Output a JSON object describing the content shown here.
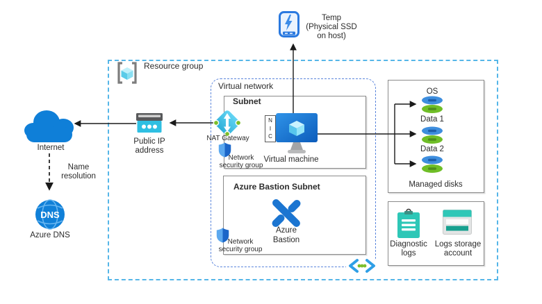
{
  "diagram": {
    "internet": {
      "label": "Internet"
    },
    "name_resolution": {
      "line1": "Name",
      "line2": "resolution"
    },
    "azure_dns": {
      "label": "Azure DNS",
      "globe_text": "DNS"
    },
    "resource_group": {
      "label": "Resource group"
    },
    "public_ip": {
      "line1": "Public IP",
      "line2": "address"
    },
    "temp_disk": {
      "line1": "Temp",
      "line2": "(Physical SSD",
      "line3": "on host)"
    },
    "virtual_network": {
      "label": "Virtual network"
    },
    "subnet": {
      "title": "Subnet",
      "nat_gateway": {
        "label": "NAT Gateway"
      },
      "nsg": {
        "line1": "Network",
        "line2": "security group"
      },
      "nic": {
        "n": "N",
        "i": "I",
        "c": "C"
      },
      "virtual_machine": {
        "label": "Virtual machine"
      }
    },
    "bastion_subnet": {
      "title": "Azure Bastion Subnet",
      "bastion": {
        "line1": "Azure",
        "line2": "Bastion"
      },
      "nsg": {
        "line1": "Network",
        "line2": "security group"
      }
    },
    "managed_disks": {
      "label": "Managed disks",
      "disks": [
        {
          "label": "OS"
        },
        {
          "label": "Data 1"
        },
        {
          "label": "Data 2"
        }
      ]
    },
    "logs": {
      "diagnostic": {
        "line1": "Diagnostic",
        "line2": "logs"
      },
      "storage": {
        "line1": "Logs storage",
        "line2": "account"
      }
    }
  },
  "colors": {
    "resource_group_border": "#55B6E8",
    "virtual_network_border": "#5A85DC",
    "box_border": "#8A8A8A",
    "arrow": "#1A1A1A",
    "azure_blue": "#0F7FD8",
    "cyan": "#32BEDD",
    "light_cyan": "#50E6FF",
    "green": "#7CBE2B",
    "disk_blue": "#3E8EDE",
    "disk_green": "#6FBE27",
    "teal": "#2EC7B7",
    "vm_blue": "#1578D4",
    "bastion_blue": "#1B75D1",
    "text": "#2B2B2B"
  }
}
